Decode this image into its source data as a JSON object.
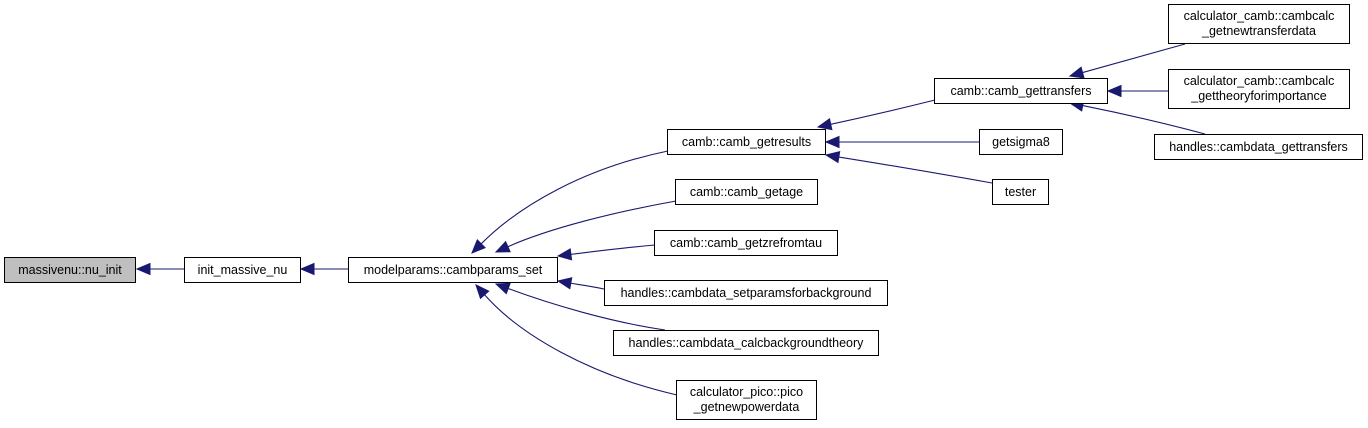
{
  "colors": {
    "edge": "#191970",
    "node_border": "#000000",
    "root_fill": "#bfbfbf",
    "node_fill": "#ffffff"
  },
  "nodes": [
    {
      "id": "n0",
      "lines": [
        "massivenu::nu_init"
      ],
      "root": true
    },
    {
      "id": "n1",
      "lines": [
        "init_massive_nu"
      ]
    },
    {
      "id": "n2",
      "lines": [
        "modelparams::cambparams_set"
      ]
    },
    {
      "id": "n3",
      "lines": [
        "camb::camb_getresults"
      ]
    },
    {
      "id": "n4",
      "lines": [
        "camb::camb_getage"
      ]
    },
    {
      "id": "n5",
      "lines": [
        "camb::camb_getzrefromtau"
      ]
    },
    {
      "id": "n6",
      "lines": [
        "handles::cambdata_setparamsforbackground"
      ]
    },
    {
      "id": "n7",
      "lines": [
        "handles::cambdata_calcbackgroundtheory"
      ]
    },
    {
      "id": "n8",
      "lines": [
        "calculator_pico::pico",
        "_getnewpowerdata"
      ]
    },
    {
      "id": "n9",
      "lines": [
        "camb::camb_gettransfers"
      ]
    },
    {
      "id": "n10",
      "lines": [
        "getsigma8"
      ]
    },
    {
      "id": "n11",
      "lines": [
        "tester"
      ]
    },
    {
      "id": "n12",
      "lines": [
        "calculator_camb::cambcalc",
        "_getnewtransferdata"
      ]
    },
    {
      "id": "n13",
      "lines": [
        "calculator_camb::cambcalc",
        "_gettheoryforimportance"
      ]
    },
    {
      "id": "n14",
      "lines": [
        "handles::cambdata_gettransfers"
      ]
    }
  ],
  "edges": [
    {
      "from": "n1",
      "to": "n0"
    },
    {
      "from": "n2",
      "to": "n1"
    },
    {
      "from": "n3",
      "to": "n2"
    },
    {
      "from": "n4",
      "to": "n2"
    },
    {
      "from": "n5",
      "to": "n2"
    },
    {
      "from": "n6",
      "to": "n2"
    },
    {
      "from": "n7",
      "to": "n2"
    },
    {
      "from": "n8",
      "to": "n2"
    },
    {
      "from": "n9",
      "to": "n3"
    },
    {
      "from": "n10",
      "to": "n3"
    },
    {
      "from": "n11",
      "to": "n3"
    },
    {
      "from": "n12",
      "to": "n9"
    },
    {
      "from": "n13",
      "to": "n9"
    },
    {
      "from": "n14",
      "to": "n9"
    }
  ]
}
